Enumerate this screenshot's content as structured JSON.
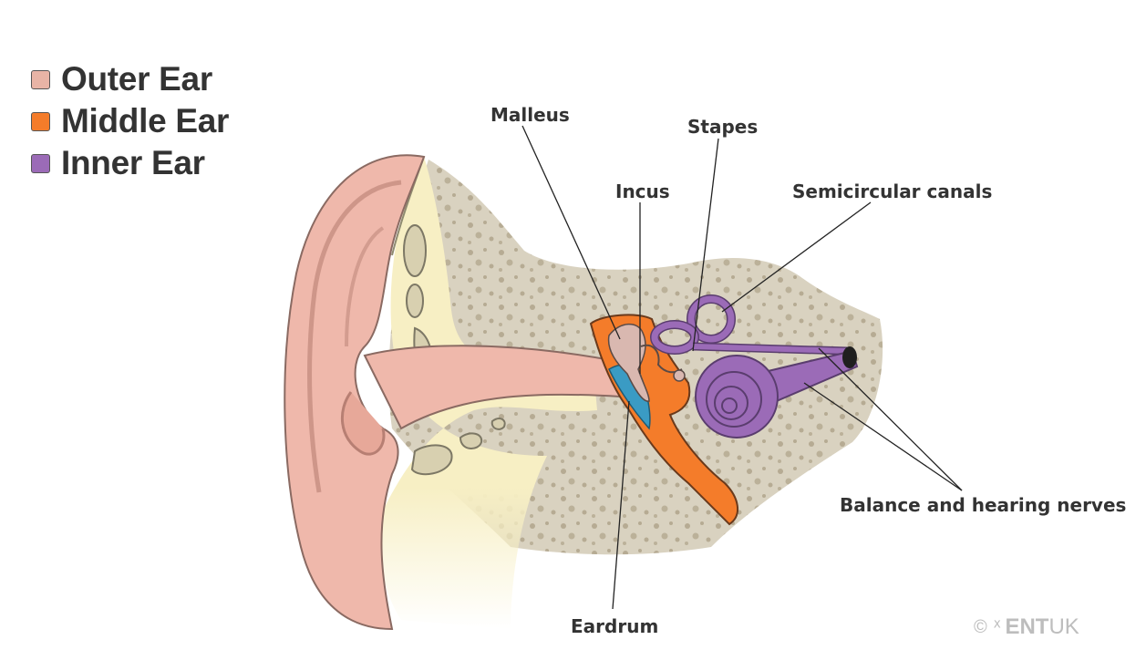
{
  "legend": [
    {
      "label": "Outer Ear",
      "color": "#e8b4a6"
    },
    {
      "label": "Middle Ear",
      "color": "#f47c2a"
    },
    {
      "label": "Inner Ear",
      "color": "#9b6bb7"
    }
  ],
  "labels": {
    "malleus": "Malleus",
    "stapes": "Stapes",
    "incus": "Incus",
    "semicircular_canals": "Semicircular canals",
    "eardrum": "Eardrum",
    "nerves": "Balance and hearing nerves"
  },
  "watermark": {
    "symbol": "©",
    "brand_bold": "ENT",
    "brand_light": "UK"
  },
  "colors": {
    "bone": "#d8d0bd",
    "cartilage": "#f7efc4",
    "skin": "#efb8ab",
    "eardrum": "#3a9bc4",
    "ossicle": "#d9b8b0",
    "text": "#333333"
  },
  "icons": [
    "ent-uk-logo-icon"
  ]
}
